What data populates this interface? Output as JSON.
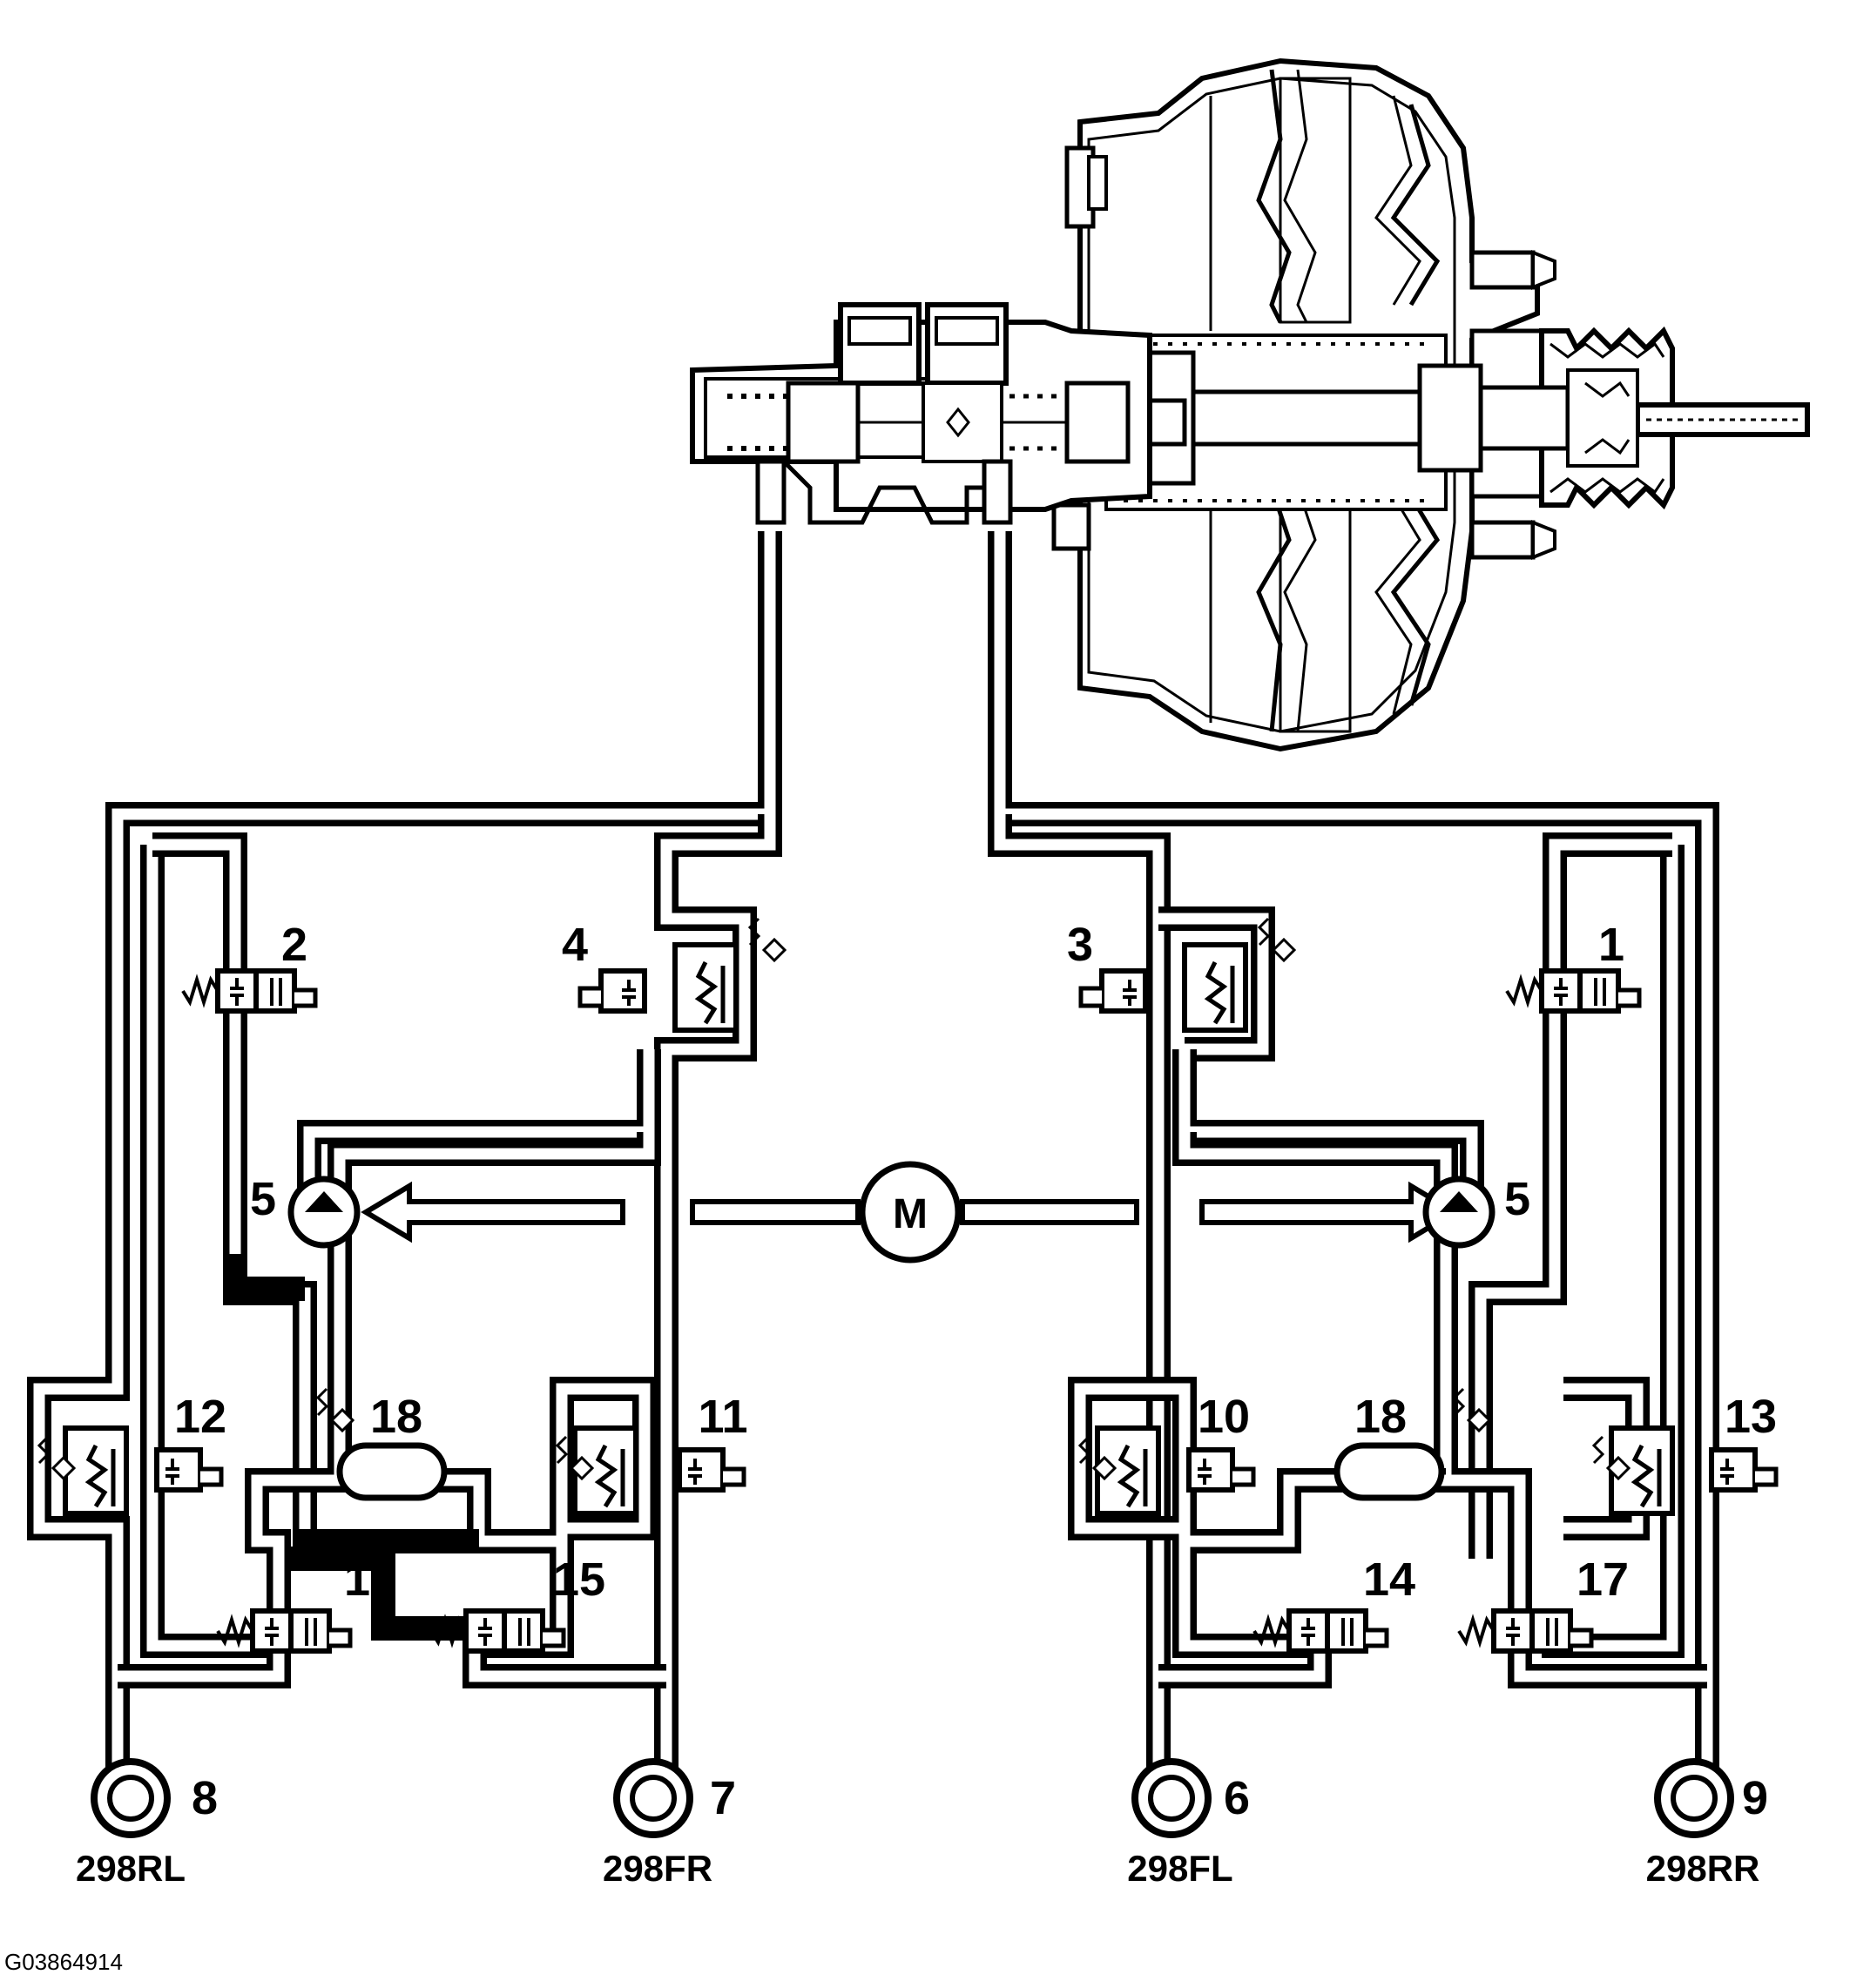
{
  "labels": {
    "1": "1",
    "2": "2",
    "3": "3",
    "4": "4",
    "5": "5",
    "6": "6",
    "7": "7",
    "8": "8",
    "9": "9",
    "10": "10",
    "11": "11",
    "12": "12",
    "13": "13",
    "14": "14",
    "15": "15",
    "16": "16",
    "17": "17",
    "18": "18"
  },
  "motor_label": "M",
  "wheels": {
    "rl": "298RL",
    "fr": "298FR",
    "fl": "298FL",
    "rr": "298RR"
  },
  "figure_id": "G03864914"
}
